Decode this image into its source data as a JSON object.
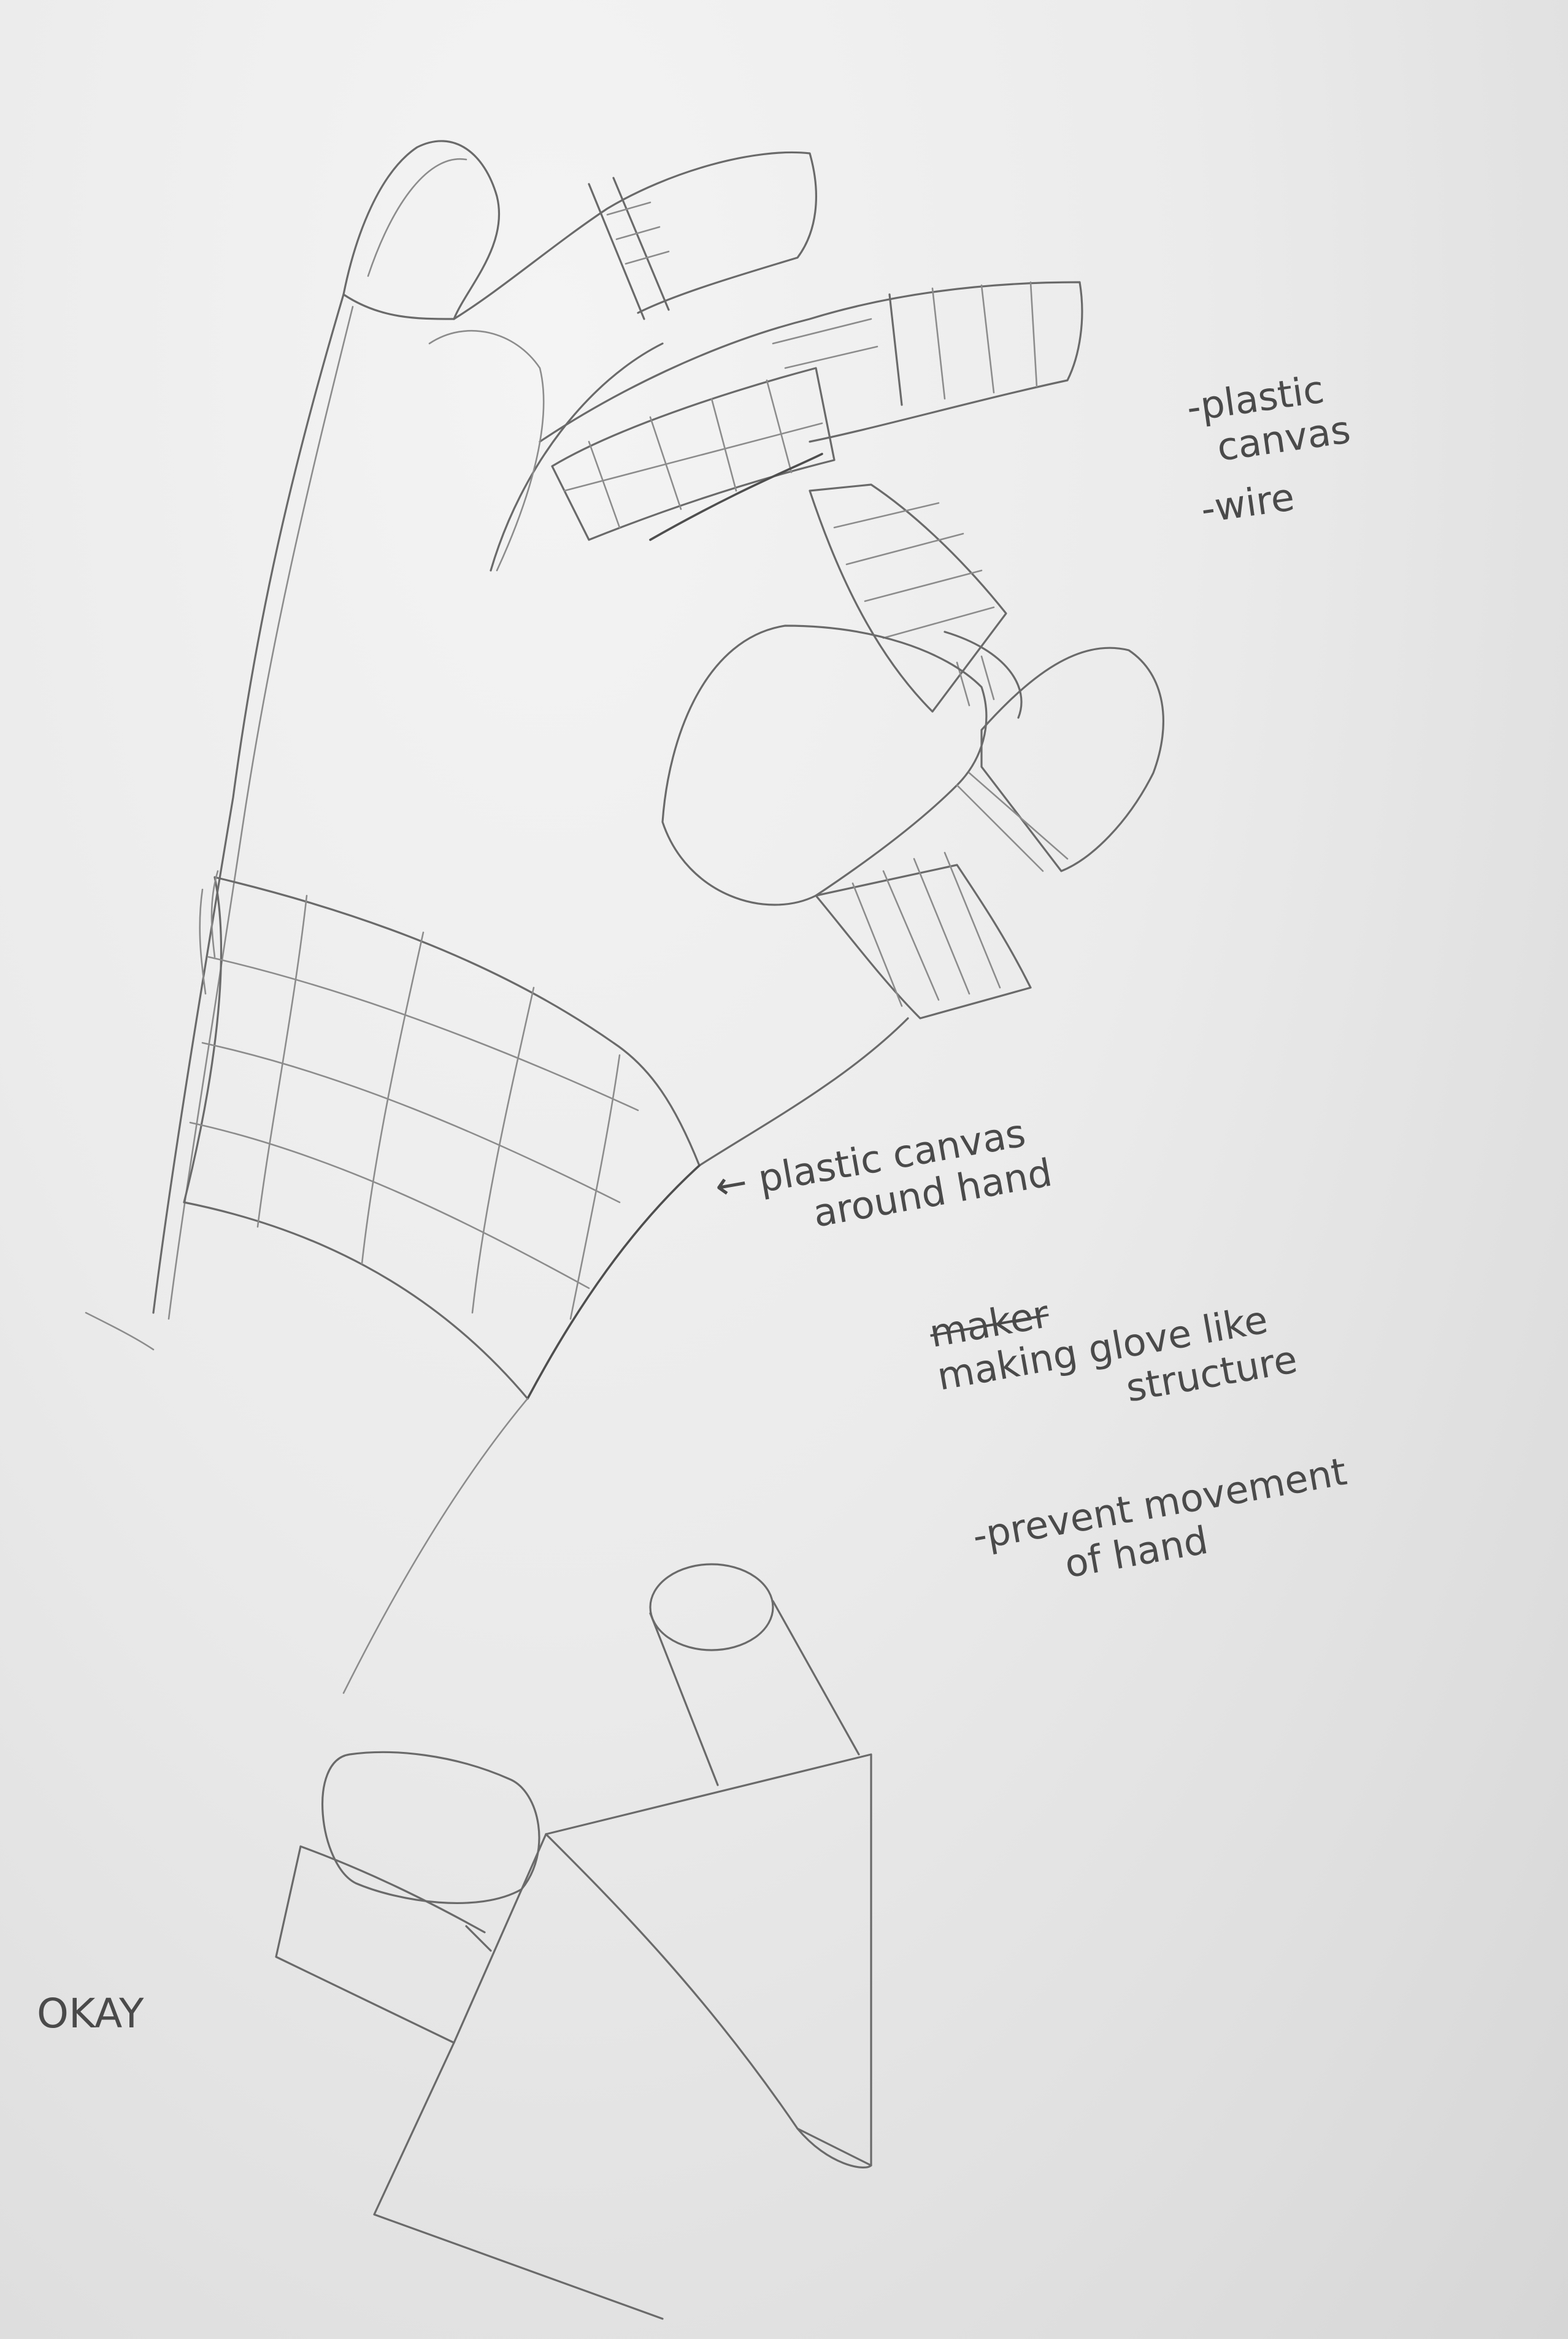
{
  "notes": {
    "materials_1": "-plastic",
    "materials_2": "canvas",
    "materials_3": "-wire",
    "annotation_arrow": "←",
    "annotation_1": "plastic canvas",
    "annotation_2": "around hand",
    "struck_word": "maker",
    "glove_1": "making glove like",
    "glove_2": "structure",
    "prevent_1": "-prevent movement",
    "prevent_2": "of hand",
    "gesture_label": "OKAY"
  }
}
